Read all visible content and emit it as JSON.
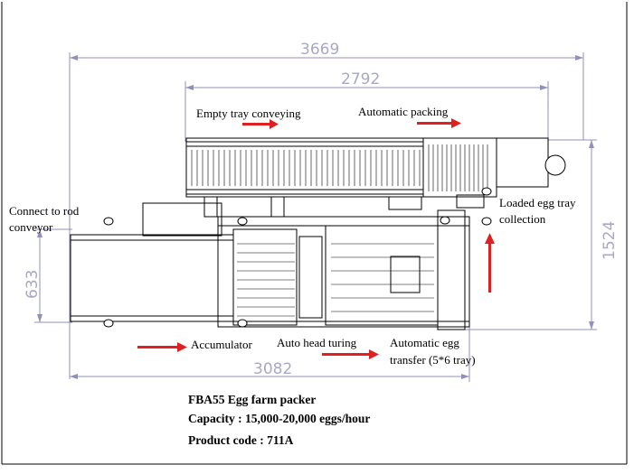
{
  "dimensions": {
    "total_length": "3669",
    "packer_length": "2792",
    "frame_length": "3082",
    "machine_width": "1524",
    "conveyor_width": "633"
  },
  "labels": {
    "empty_tray": "Empty tray conveying",
    "auto_packing": "Automatic packing",
    "connect_rod": [
      "Connect to rod",
      "conveyor"
    ],
    "loaded_tray": [
      "Loaded egg tray",
      "collection"
    ],
    "accumulator": "Accumulator",
    "auto_head": "Auto head turing",
    "egg_transfer": [
      "Automatic egg",
      "transfer (5*6 tray)"
    ]
  },
  "info": {
    "title": "FBA55 Egg farm packer",
    "capacity": "Capacity : 15,000-20,000 eggs/hour",
    "product_code": "Product code :  711A"
  },
  "colors": {
    "line": "#000000",
    "dimension": "#9090b8",
    "arrow": "#e02020"
  }
}
